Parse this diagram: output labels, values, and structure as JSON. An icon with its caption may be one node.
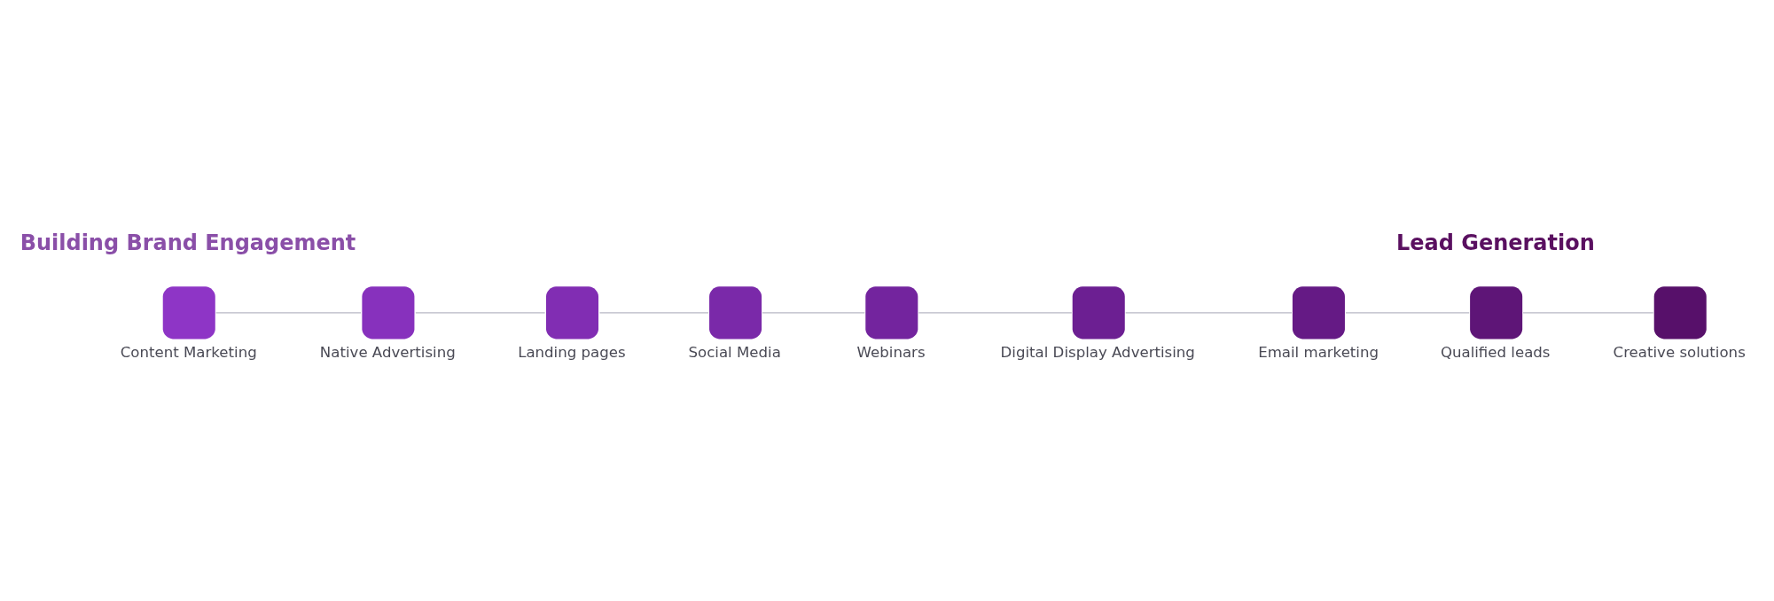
{
  "diagram": {
    "nodes": [
      {
        "text": [],
        "shape": "box",
        "beside": [
          "Content Marketing"
        ]
      },
      {
        "text": [],
        "shape": "box",
        "beside": [
          "Native Advertising"
        ]
      },
      {
        "text": [],
        "shape": "box",
        "beside": [
          "Landing pages"
        ]
      },
      {
        "text": [],
        "shape": "box",
        "beside": [
          "Social Media"
        ]
      },
      {
        "text": [],
        "shape": "box",
        "beside": [
          "Webinars"
        ]
      },
      {
        "text": [],
        "shape": "box",
        "beside": [
          "Digital Display Advertising"
        ]
      },
      {
        "text": [],
        "shape": "box",
        "beside": [
          "Email marketing"
        ]
      },
      {
        "text": [],
        "shape": "box",
        "beside": [
          "Qualified leads"
        ]
      },
      {
        "text": [],
        "shape": "box",
        "beside": [
          "Creative solutions"
        ]
      }
    ],
    "edges": [
      {
        "from": 0,
        "to": 1,
        "arrow": "none"
      },
      {
        "from": 1,
        "to": 2,
        "arrow": "none"
      },
      {
        "from": 2,
        "to": 3,
        "arrow": "none"
      },
      {
        "from": 3,
        "to": 4,
        "arrow": "none"
      },
      {
        "from": 4,
        "to": 5,
        "arrow": "none"
      },
      {
        "from": 5,
        "to": 6,
        "arrow": "none"
      },
      {
        "from": 6,
        "to": 7,
        "arrow": "none"
      },
      {
        "from": 7,
        "to": 8,
        "arrow": "none"
      }
    ],
    "labels": [
      "Building Brand Engagement",
      "Lead Generation"
    ]
  }
}
